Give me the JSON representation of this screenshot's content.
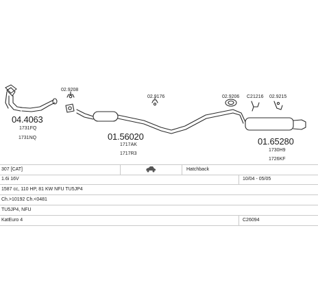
{
  "parts": {
    "p1": {
      "number": "04.4063",
      "oem1": "1731FQ",
      "oem2": "1731NQ"
    },
    "p2": {
      "number": "01.56020",
      "oem1": "1717AK",
      "oem2": "1717R3"
    },
    "p3": {
      "number": "01.65280",
      "oem1": "1730H9",
      "oem2": "1726KF"
    }
  },
  "accessories": {
    "a1": "02.9208",
    "a2": "02.9176",
    "a3": "02.9206",
    "a4": "C21216",
    "a5": "02.9215"
  },
  "table": {
    "model": "307 [CAT]",
    "body": "Hatchback",
    "engine": "1.6i 16V",
    "years": "10/04 - 05/05",
    "specs": "1587 cc, 110 HP, 81 KW NFU TU5JP4",
    "chassis": "Ch.>10192 Ch.<0481",
    "engine_code": "TU5JP4, NFU",
    "norm": "KatEuro 4",
    "catalog": "C26094"
  }
}
